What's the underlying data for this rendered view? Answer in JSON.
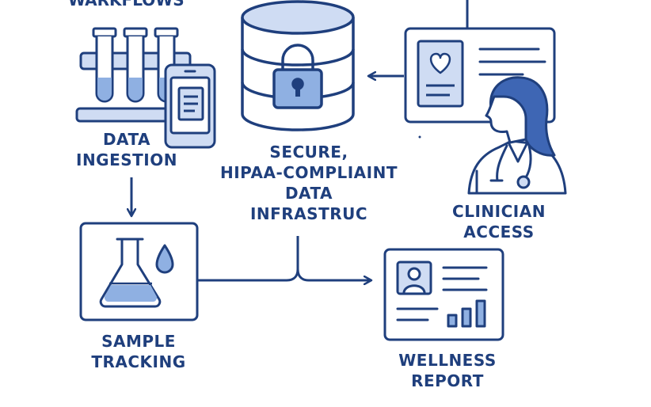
{
  "colors": {
    "stroke": "#1f3f7d",
    "fill_light": "#cfdcf3",
    "fill_mid": "#8fb0e2",
    "text": "#1f3f7d",
    "background": "#ffffff"
  },
  "top_clipped_text": "WARKFLOWS",
  "nodes": {
    "data_ingestion": {
      "line1": "DATA",
      "line2": "INGESTION",
      "icons": [
        "test-tubes-icon",
        "smartphone-icon"
      ]
    },
    "secure_infrastructure": {
      "line1": "SECURE,",
      "line2": "HIPAA-COMPLIAINT",
      "line3": "DATA",
      "line4": "INFRASTRUC",
      "icons": [
        "database-icon",
        "padlock-icon"
      ]
    },
    "clinician_access": {
      "line1": "CLINICIAN",
      "line2": "ACCESS",
      "icons": [
        "record-card-icon",
        "clinician-icon"
      ]
    },
    "sample_tracking": {
      "line1": "SAMPLE",
      "line2": "TRACKING",
      "icons": [
        "flask-icon",
        "droplet-icon"
      ]
    },
    "wellness_report": {
      "line1": "WELLNESS",
      "line2": "REPORT",
      "icons": [
        "report-card-icon",
        "bar-chart-icon"
      ]
    }
  },
  "connections": [
    {
      "from": "data_ingestion",
      "to": "sample_tracking"
    },
    {
      "from": "sample_tracking",
      "to": "wellness_report"
    },
    {
      "from": "secure_infrastructure",
      "to": "wellness_report"
    },
    {
      "from": "clinician_access",
      "to": "secure_infrastructure"
    }
  ]
}
